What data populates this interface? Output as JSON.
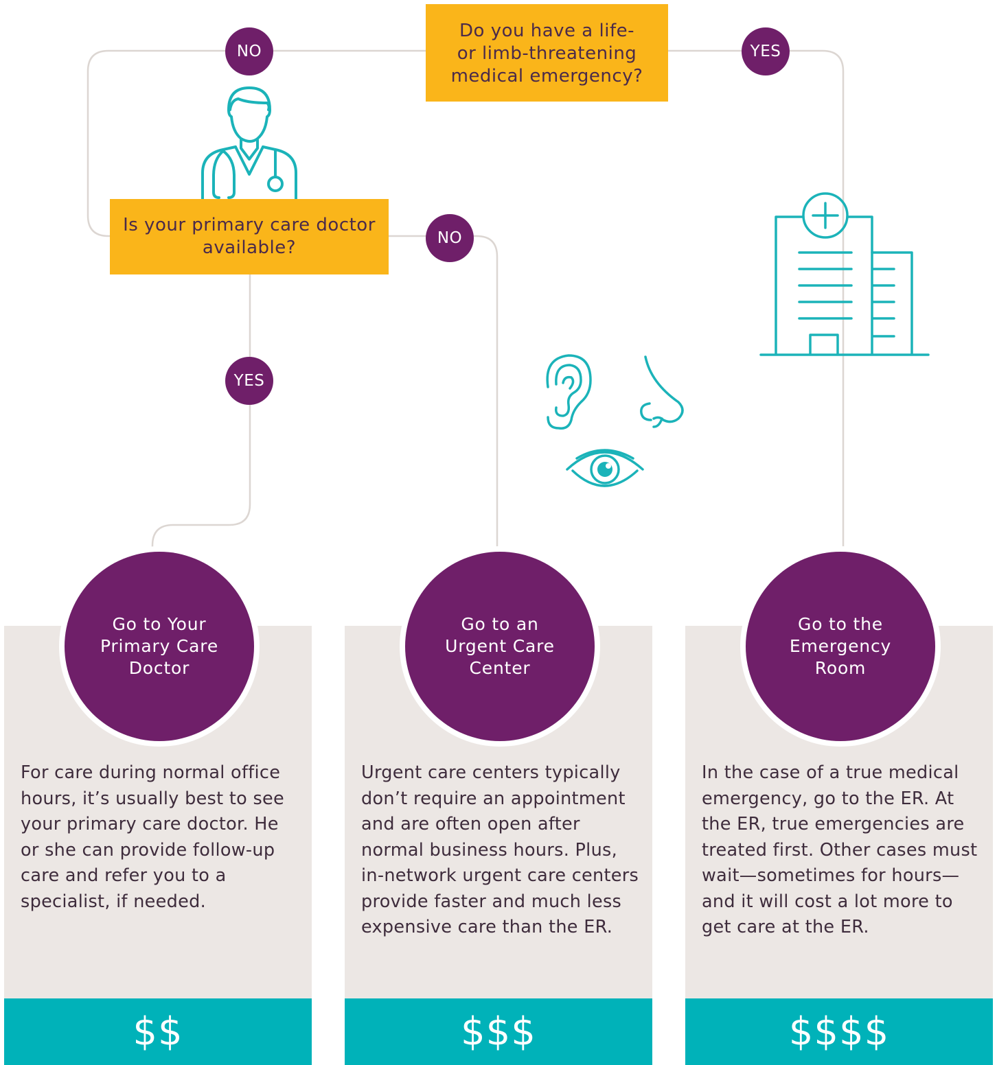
{
  "questions": {
    "emergency": "Do you have a life-\nor limb-threatening\nmedical emergency?",
    "primary_available": "Is your primary care doctor\navailable?"
  },
  "badges": {
    "emergency_no": "NO",
    "emergency_yes": "YES",
    "primary_no": "NO",
    "primary_yes": "YES"
  },
  "options": [
    {
      "title": "Go to Your\nPrimary Care\nDoctor",
      "description": "For care during normal office hours, it’s usually best to see your primary care doctor. He or she can provide follow-up care and refer you to a specialist, if needed.",
      "cost": "$$"
    },
    {
      "title": "Go to an\nUrgent Care\nCenter",
      "description": "Urgent care centers typically don’t require an appointment and are often open after normal business hours. Plus, in-network urgent care centers provide faster and much less expensive care than the ER.",
      "cost": "$$$"
    },
    {
      "title": "Go to the\nEmergency\nRoom",
      "description": "In the case of a true medical emergency, go to the ER. At the ER, true emergencies are treated first. Other cases must wait—sometimes for hours—and it will cost a lot more to get care at the ER.",
      "cost": "$$$$"
    }
  ],
  "icons": [
    "doctor-icon",
    "hospital-icon",
    "ear-icon",
    "nose-icon",
    "eye-icon"
  ],
  "colors": {
    "question_box": "#fab51a",
    "purple": "#6f1f69",
    "teal": "#00b2b9",
    "card_bg": "#ece7e4",
    "connector": "#dcd6d2"
  }
}
